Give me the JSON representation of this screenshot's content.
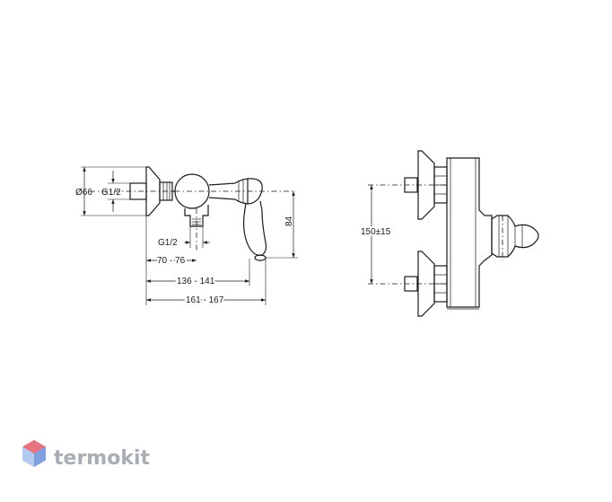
{
  "side_view": {
    "dia_label": "Ø66",
    "thread_label_top": "G1/2",
    "thread_label_bottom": "G1/2",
    "dim_70_76": "70 - 76",
    "dim_136_141": "136 - 141",
    "dim_161_167": "161 - 167",
    "height_label": "84"
  },
  "front_view": {
    "spacing_label": "150±15"
  },
  "watermark": {
    "brand": "termokit",
    "colors": [
      "#e05a6b",
      "#f2a0a8",
      "#6a8fd8",
      "#a8c0ee"
    ]
  }
}
